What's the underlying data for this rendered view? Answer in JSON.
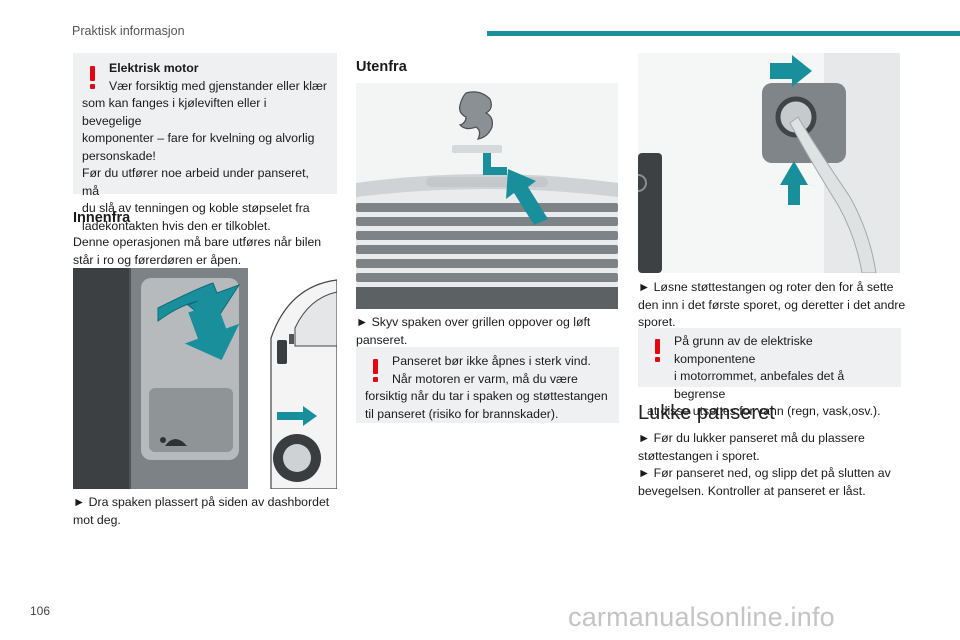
{
  "header": {
    "title": "Praktisk informasjon",
    "accent_color": "#1a8f9c"
  },
  "page_number": "106",
  "watermark": "carmanualsonline.info",
  "warning_icon": "exclamation-icon",
  "col1": {
    "warning": {
      "title": "Elektrisk motor",
      "line1": "Vær forsiktig med gjenstander eller klær",
      "rest": [
        "som kan fanges i kjøleviften eller i bevegelige",
        "komponenter – fare for kvelning og alvorlig",
        "personskade!",
        "Før du utfører noe arbeid under panseret, må",
        "du slå av tenningen og koble støpselet fra",
        "ladekontakten hvis den er tilkoblet."
      ]
    },
    "section_title": "Innenfra",
    "intro": [
      "Denne operasjonen må bare utføres når bilen",
      "står i ro og førerdøren er åpen."
    ],
    "step": [
      "► Dra spaken plassert på siden av dashbordet",
      "mot deg."
    ]
  },
  "col2": {
    "section_title": "Utenfra",
    "step": [
      "► Skyv spaken over grillen oppover og løft",
      "panseret."
    ],
    "warning": {
      "line1": "Panseret bør ikke åpnes i sterk vind.",
      "line2": "Når motoren er varm, må du være",
      "rest": [
        "forsiktig når du tar i spaken og støttestangen",
        "til panseret (risiko for brannskader)."
      ]
    }
  },
  "col3": {
    "step": [
      "► Løsne støttestangen og roter den for å sette",
      "den inn i det første sporet, og deretter i det andre",
      "sporet."
    ],
    "warning": {
      "line1": "På grunn av de elektriske komponentene",
      "line2": "i motorrommet, anbefales det å begrense",
      "rest": "at disse utsettes for vann (regn, vask,osv.)."
    },
    "section_title": "Lukke panseret",
    "steps": [
      "► Før du lukker panseret må du plassere",
      "støttestangen i sporet.",
      "► Før panseret ned, og slipp det på slutten av",
      "bevegelsen. Kontroller at panseret er låst."
    ]
  }
}
